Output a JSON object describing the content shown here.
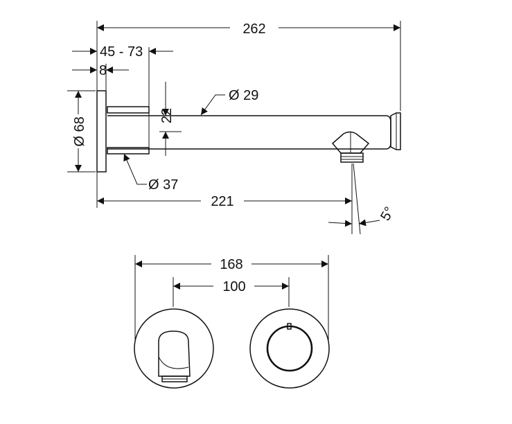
{
  "dimensions": {
    "overall_length": "262",
    "wall_depth": "45 - 73",
    "rosette_thickness": "8",
    "rosette_diameter": "Ø 68",
    "spout_height": "22",
    "spout_diameter": "Ø 29",
    "base_diameter": "Ø 37",
    "projection": "221",
    "outlet_angle": "5°",
    "overall_width": "168",
    "centers_distance": "100"
  }
}
